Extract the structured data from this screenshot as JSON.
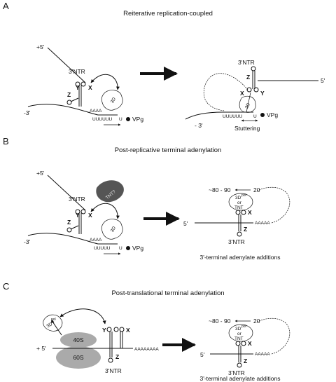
{
  "panels": [
    {
      "letter": "A",
      "title": "Reiterative replication-coupled",
      "left": {
        "plus5": "+5'",
        "minus3": "-3'",
        "ntr": "3'NTR",
        "y": "Y",
        "x": "X",
        "z": "Z",
        "enzyme": "3D",
        "polyU": "UUUUUU",
        "u": "U",
        "vpg": "VPg",
        "polyA": "AAAA"
      },
      "right": {
        "ntr": "3'NTR",
        "five": "5'",
        "minus3": "- 3'",
        "x": "X",
        "y": "Y",
        "z": "Z",
        "enzyme": "3D",
        "polyU": "UUUUUU",
        "u": "U",
        "vpg": "VPg",
        "stuttering": "Stuttering"
      }
    },
    {
      "letter": "B",
      "title": "Post-replicative terminal adenylation",
      "left": {
        "plus5": "+5'",
        "minus3": "-3'",
        "ntr": "3'NTR",
        "tnt": "TNT?",
        "y": "Y",
        "x": "X",
        "z": "Z",
        "enzyme": "3D",
        "polyU": "UUUUU",
        "u": "U",
        "vpg": "VPg",
        "polyA": "AAAA"
      },
      "right": {
        "range": "~80 - 90",
        "twenty": "20",
        "enzyme": "3D",
        "pol": "pol",
        "or": "or",
        "tnt": "TNT",
        "x": "X",
        "z": "Z",
        "five": "5'",
        "polyA": "AAAAA",
        "ntr": "3'NTR",
        "caption": "3'-terminal adenylate additions"
      }
    },
    {
      "letter": "C",
      "title": "Post-translational terminal adenylation",
      "left": {
        "enzyme": "3D",
        "pol": "pol",
        "s40": "40S",
        "s60": "60S",
        "plus5": "+ 5'",
        "y": "Y",
        "x": "X",
        "z": "Z",
        "ntr": "3'NTR",
        "polyA": "AAAAAAAA"
      },
      "right": {
        "range": "~80 - 90",
        "twenty": "20",
        "enzyme": "3D",
        "pol": "pol",
        "or": "or",
        "tnt": "TNT",
        "x": "X",
        "z": "Z",
        "five": "5'",
        "polyA": "AAAAA",
        "ntr": "3'NTR",
        "caption": "3'-terminal adenylate additions"
      }
    }
  ]
}
